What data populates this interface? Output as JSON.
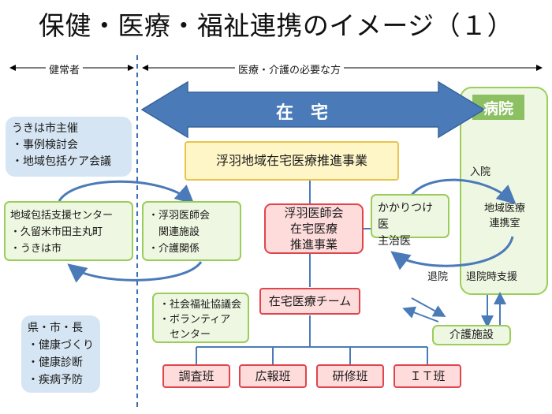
{
  "title": "保健・医療・福祉連携のイメージ（１）",
  "segments": {
    "left": "健常者",
    "right": "医療・介護の必要な方"
  },
  "zaitaku": "在　宅",
  "hospital": {
    "label": "病院",
    "inner": [
      "地域医療",
      "連携室"
    ],
    "admit": "入院",
    "discharge_support": "退院時支援"
  },
  "ukiha_host": [
    "うきは市主催",
    "・事例検討会",
    "・地域包括ケア会議"
  ],
  "chiiki_center": [
    "地域包括支援センター",
    "・久留米市田主丸町",
    "・うきは市"
  ],
  "ishikai_related": [
    "・浮羽医師会",
    "　関連施設",
    "・介護関係"
  ],
  "social_welfare": [
    "・社会福祉協議会",
    "・ボランティア",
    "　センター"
  ],
  "prefecture": [
    "県・市・長",
    "・健康づくり",
    "・健康診断",
    "・疾病予防"
  ],
  "project": "浮羽地域在宅医療推進事業",
  "ishikai_project": [
    "浮羽医師会",
    "在宅医療",
    "推進事業"
  ],
  "team": "在宅医療チーム",
  "kakaritsuke": [
    "かかりつけ医",
    "主治医"
  ],
  "discharge": "退院",
  "care_facility": "介護施設",
  "groups": [
    "調査班",
    "広報班",
    "研修班",
    "ＩＴ班"
  ],
  "colors": {
    "arrow_blue": "#4a7ab8",
    "green_border": "#9bcd5a",
    "red_border": "#e0454c"
  }
}
